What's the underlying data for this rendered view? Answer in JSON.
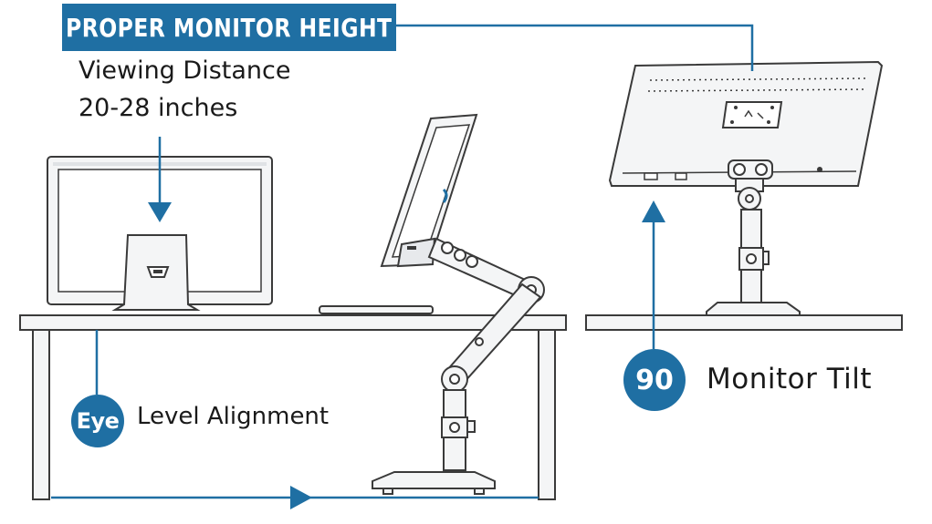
{
  "title": "PROPER MONITOR HEIGHT",
  "viewing_distance": {
    "line1": "Viewing Distance",
    "line2": "20-28 inches"
  },
  "eye_level": {
    "badge": "Eye",
    "label": "Level Alignment"
  },
  "tilt": {
    "badge": "90",
    "label": "Monitor Tilt"
  },
  "colors": {
    "accent": "#1f6fa3",
    "line": "#3a3a3a",
    "fill": "#f4f5f6"
  },
  "icons": [
    "desktop-monitor-icon",
    "monitor-arm-icon",
    "monitor-stand-icon",
    "keyboard-icon"
  ]
}
